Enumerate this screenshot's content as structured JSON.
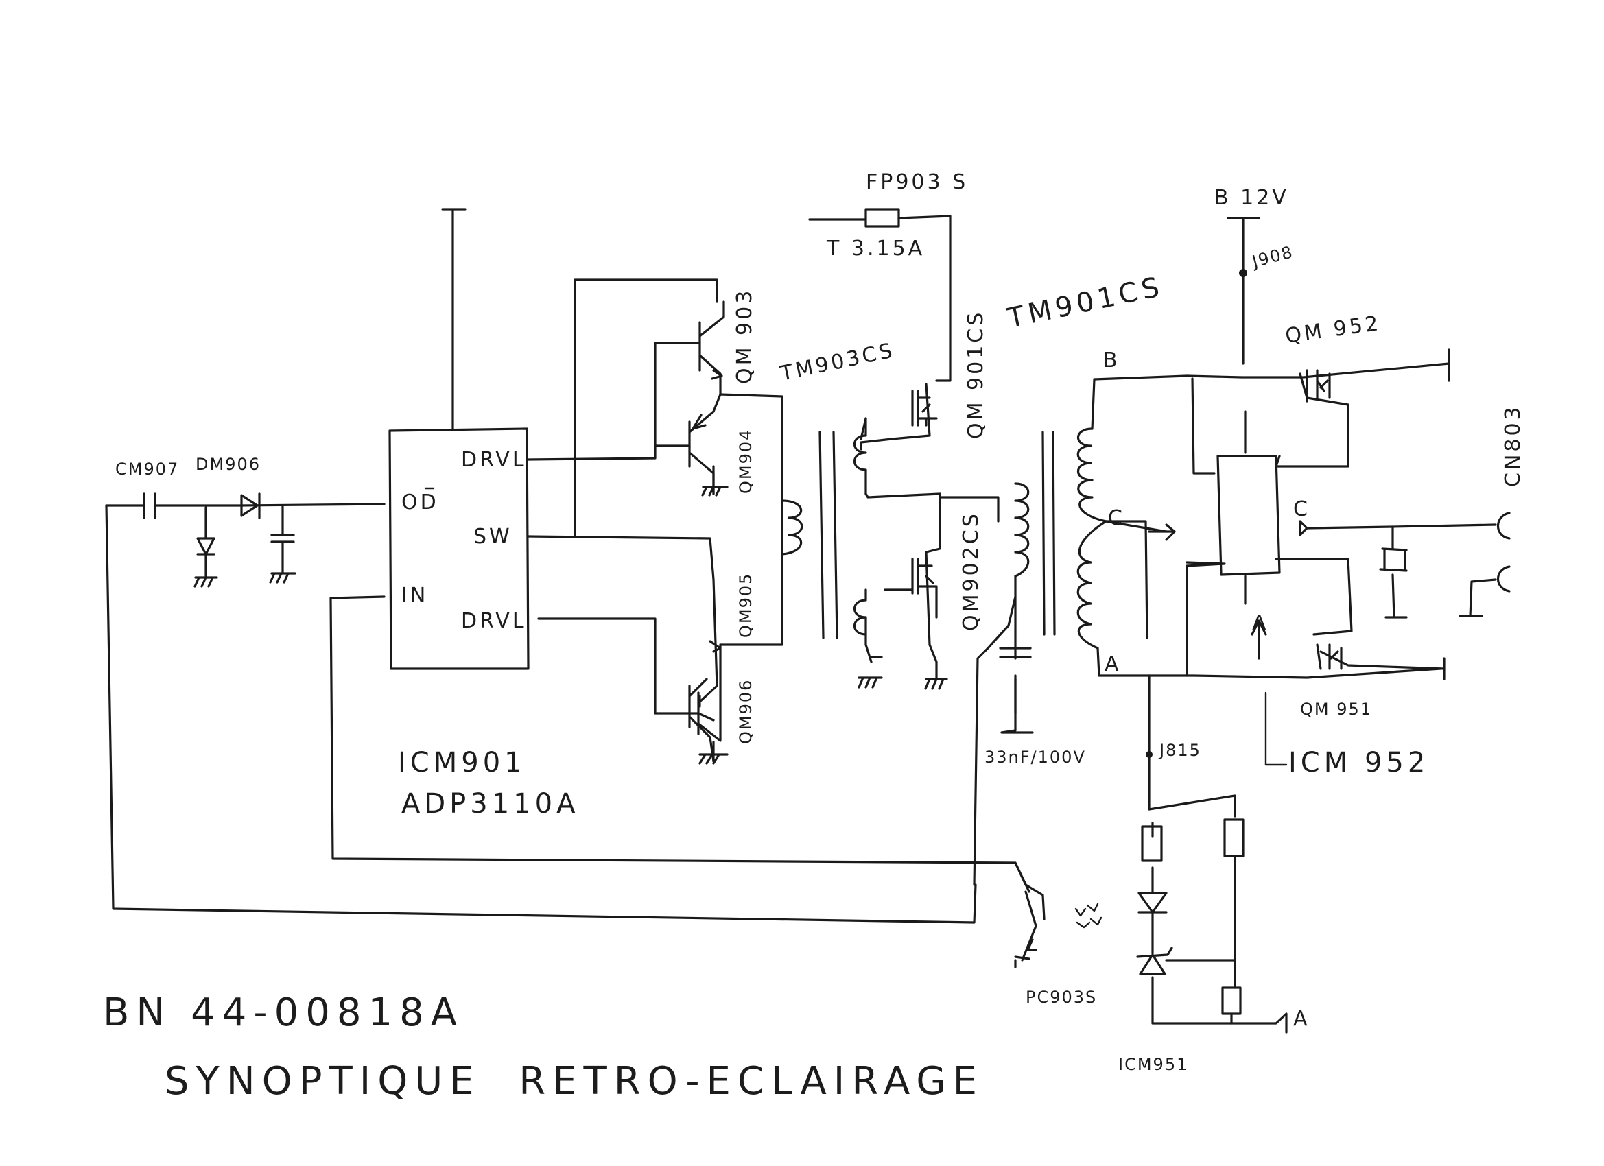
{
  "labels": {
    "fp903s": "FP903 S",
    "t315a": "T 3.15A",
    "b12v": "B 12V",
    "j908": "J908",
    "tm901cs": "TM901CS",
    "tm903cs": "TM903CS",
    "qm903": "QM 903",
    "qm904": "QM904",
    "qm905": "QM905",
    "qm906": "QM906",
    "qm901cs": "QM 901CS",
    "qm902cs": "QM902CS",
    "qm952": "QM 952",
    "qm951": "QM 951",
    "cn803": "CN803",
    "cm907": "CM907",
    "dm906": "DM906",
    "od": "OD",
    "in": "IN",
    "drvl_top": "DRVL",
    "sw": "SW",
    "drvl_bottom": "DRVL",
    "icm901": "ICM901",
    "adp3110a": "ADP3110A",
    "cap_33nf": "33nF/100V",
    "j815": "J815",
    "icm952": "ICM 952",
    "pc903s": "PC903S",
    "icm951": "ICM951",
    "node_b": "B",
    "node_c": "C",
    "node_a": "A",
    "node_a_right": "A",
    "node_a_out": "A",
    "node_c_right": "C"
  },
  "title": {
    "part_number": "BN 44-00818A",
    "name": "SYNOPTIQUE  RETRO-ECLAIRAGE"
  }
}
